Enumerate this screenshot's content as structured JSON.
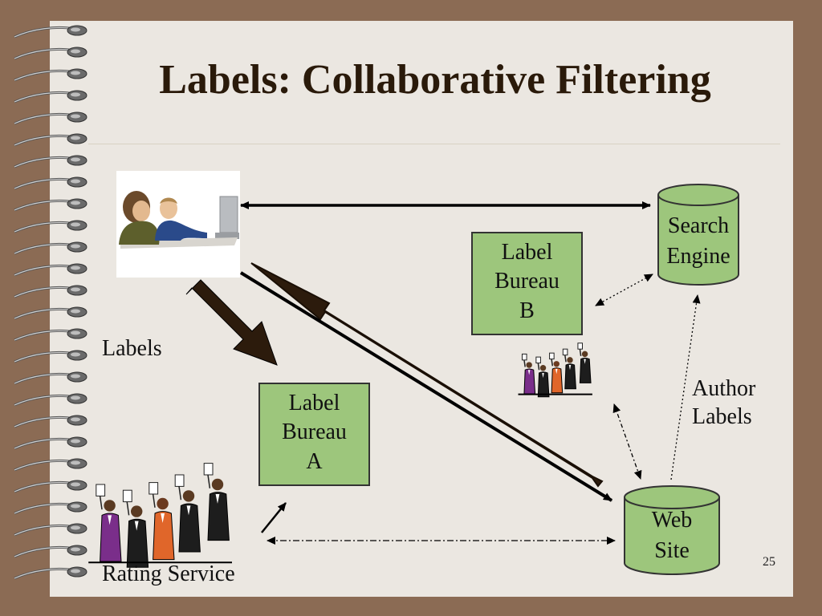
{
  "title": "Labels: Collaborative Filtering",
  "nodes": {
    "search_engine": {
      "line1": "Search",
      "line2": "Engine"
    },
    "label_bureau_b": {
      "line1": "Label",
      "line2": "Bureau",
      "line3": "B"
    },
    "label_bureau_a": {
      "line1": "Label",
      "line2": "Bureau",
      "line3": "A"
    },
    "web_site": {
      "line1": "Web",
      "line2": "Site"
    }
  },
  "labels": {
    "labels": "Labels",
    "author_labels_1": "Author",
    "author_labels_2": "Labels",
    "rating_service": "Rating Service"
  },
  "page_number": "25",
  "colors": {
    "box_fill": "#9dc67c",
    "frame": "#8b6b54",
    "paper": "#ebe7e1",
    "title": "#2a1a0a"
  }
}
